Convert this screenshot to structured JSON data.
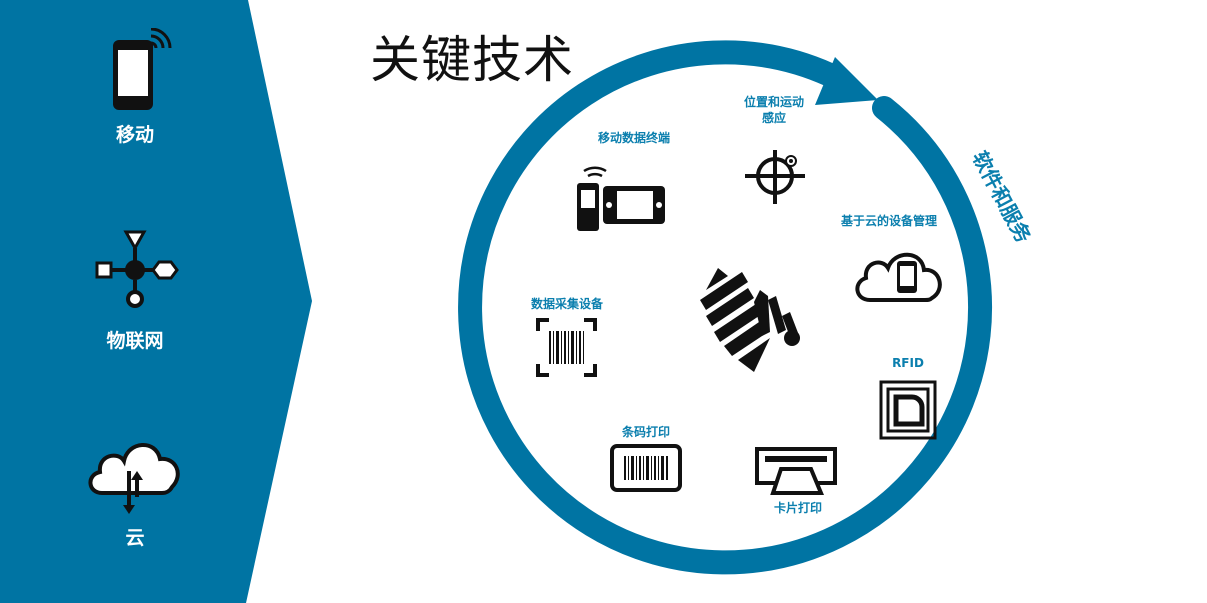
{
  "colors": {
    "brand_blue": "#0074a3",
    "label_blue": "#0b7fae",
    "icon_dark": "#111111"
  },
  "title": "关键技术",
  "sidebar": {
    "items": [
      {
        "label": "移动",
        "icon": "mobile-phone-icon"
      },
      {
        "label": "物联网",
        "icon": "iot-network-icon"
      },
      {
        "label": "云",
        "icon": "cloud-upload-icon"
      }
    ]
  },
  "ring": {
    "label": "软件和服务"
  },
  "center_icon": "zebra-logo-icon",
  "technologies": [
    {
      "label": "移动数据终端",
      "icon": "mobile-computer-icon"
    },
    {
      "label_lines": [
        "位置和运动",
        "感应"
      ],
      "icon": "crosshair-icon"
    },
    {
      "label": "基于云的设备管理",
      "icon": "cloud-device-icon"
    },
    {
      "label": "RFID",
      "icon": "rfid-tag-icon"
    },
    {
      "label": "卡片打印",
      "icon": "card-printer-icon"
    },
    {
      "label": "条码打印",
      "icon": "barcode-label-icon"
    },
    {
      "label": "数据采集设备",
      "icon": "barcode-scan-icon"
    }
  ]
}
